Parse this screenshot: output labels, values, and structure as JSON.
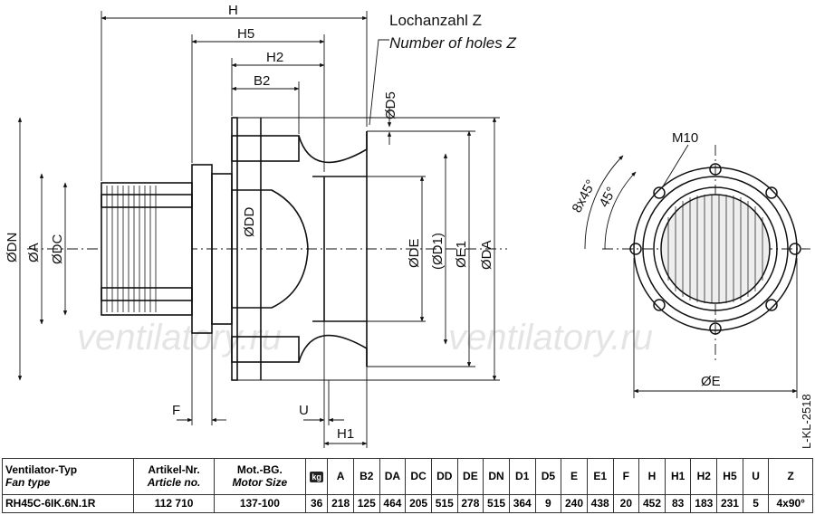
{
  "notes": {
    "holes_de": "Lochanzahl Z",
    "holes_en": "Number of holes Z"
  },
  "dims": {
    "H": "H",
    "H5": "H5",
    "H2": "H2",
    "B2": "B2",
    "D5": "ØD5",
    "DN": "ØDN",
    "A": "ØA",
    "DC": "ØDC",
    "DD": "ØDD",
    "DE": "ØDE",
    "D1": "(ØD1)",
    "E1": "ØE1",
    "DA": "ØDA",
    "F": "F",
    "U": "U",
    "H1": "H1",
    "M10": "M10",
    "angle_8x45": "8x45°",
    "angle_45": "45°",
    "E": "ØE"
  },
  "drawing_id": "L-KL-2518",
  "watermark": "ventilatory.ru",
  "table": {
    "header": [
      {
        "de": "Ventilator-Typ",
        "en": "Fan type"
      },
      {
        "de": "Artikel-Nr.",
        "en": "Article no."
      },
      {
        "de": "Mot.-BG.",
        "en": "Motor Size"
      }
    ],
    "weight_icon": "kg",
    "columns": [
      "A",
      "B2",
      "DA",
      "DC",
      "DD",
      "DE",
      "DN",
      "D1",
      "D5",
      "E",
      "E1",
      "F",
      "H",
      "H1",
      "H2",
      "H5",
      "U",
      "Z"
    ],
    "row": {
      "fan_type": "RH45C-6IK.6N.1R",
      "article_no": "112 710",
      "motor_size": "137-100",
      "weight": "36",
      "values": [
        "218",
        "125",
        "464",
        "205",
        "515",
        "278",
        "515",
        "364",
        "9",
        "240",
        "438",
        "20",
        "452",
        "83",
        "183",
        "231",
        "5",
        "4x90°"
      ]
    }
  }
}
